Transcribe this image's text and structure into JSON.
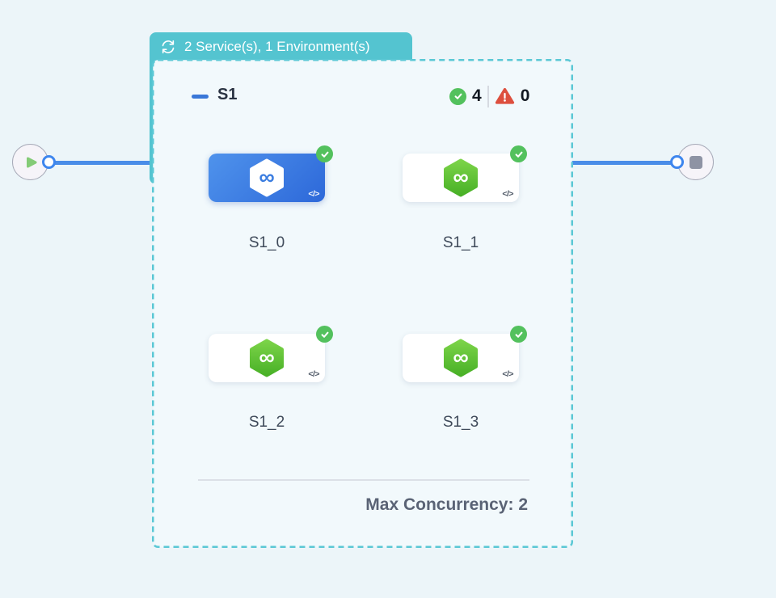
{
  "group_badge": {
    "label": "2 Service(s), 1 Environment(s)",
    "icon": "cycle-icon",
    "color": "#54c4d0"
  },
  "group": {
    "name": "S1",
    "success_count": "4",
    "error_count": "0",
    "max_concurrency_label": "Max Concurrency: 2",
    "services": [
      {
        "name": "S1_0",
        "selected": true,
        "status": "success"
      },
      {
        "name": "S1_1",
        "selected": false,
        "status": "success"
      },
      {
        "name": "S1_2",
        "selected": false,
        "status": "success"
      },
      {
        "name": "S1_3",
        "selected": false,
        "status": "success"
      }
    ]
  },
  "nodes": {
    "start_icon": "play-icon",
    "end_icon": "stop-icon"
  },
  "icons": {
    "infinity_glyph": "∞",
    "code_glyph": "</>"
  },
  "colors": {
    "canvas_bg": "#ecf5f9",
    "badge_teal": "#54c4d0",
    "dashed_border": "#5bc8d5",
    "edge_blue": "#4a8de8",
    "selected_card_blue": "#3c7ce4",
    "hexagon_green": "#5fc435",
    "success_green": "#53c15d",
    "error_red": "#dd4f3e"
  }
}
